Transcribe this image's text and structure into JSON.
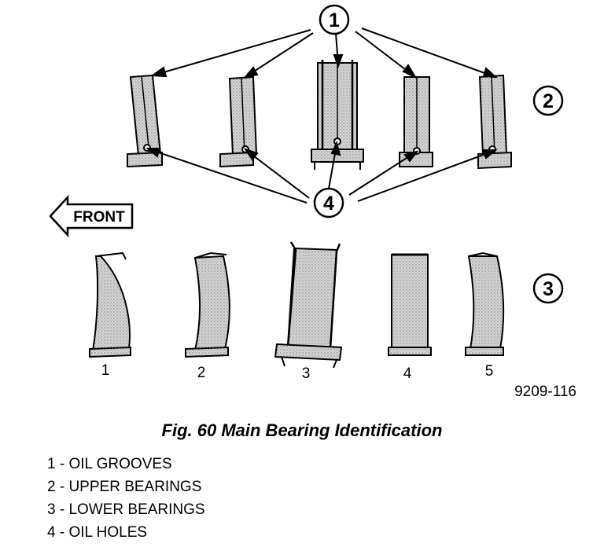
{
  "callouts": {
    "oil_grooves": "1",
    "upper_bearings": "2",
    "lower_bearings": "3",
    "oil_holes": "4"
  },
  "front_label": "FRONT",
  "position_labels": [
    "1",
    "2",
    "3",
    "4",
    "5"
  ],
  "figure_id": "9209-116",
  "caption": "Fig. 60 Main Bearing Identification",
  "legend": [
    "1 - OIL GROOVES",
    "2 - UPPER BEARINGS",
    "3 - LOWER BEARINGS",
    "4 - OIL HOLES"
  ]
}
